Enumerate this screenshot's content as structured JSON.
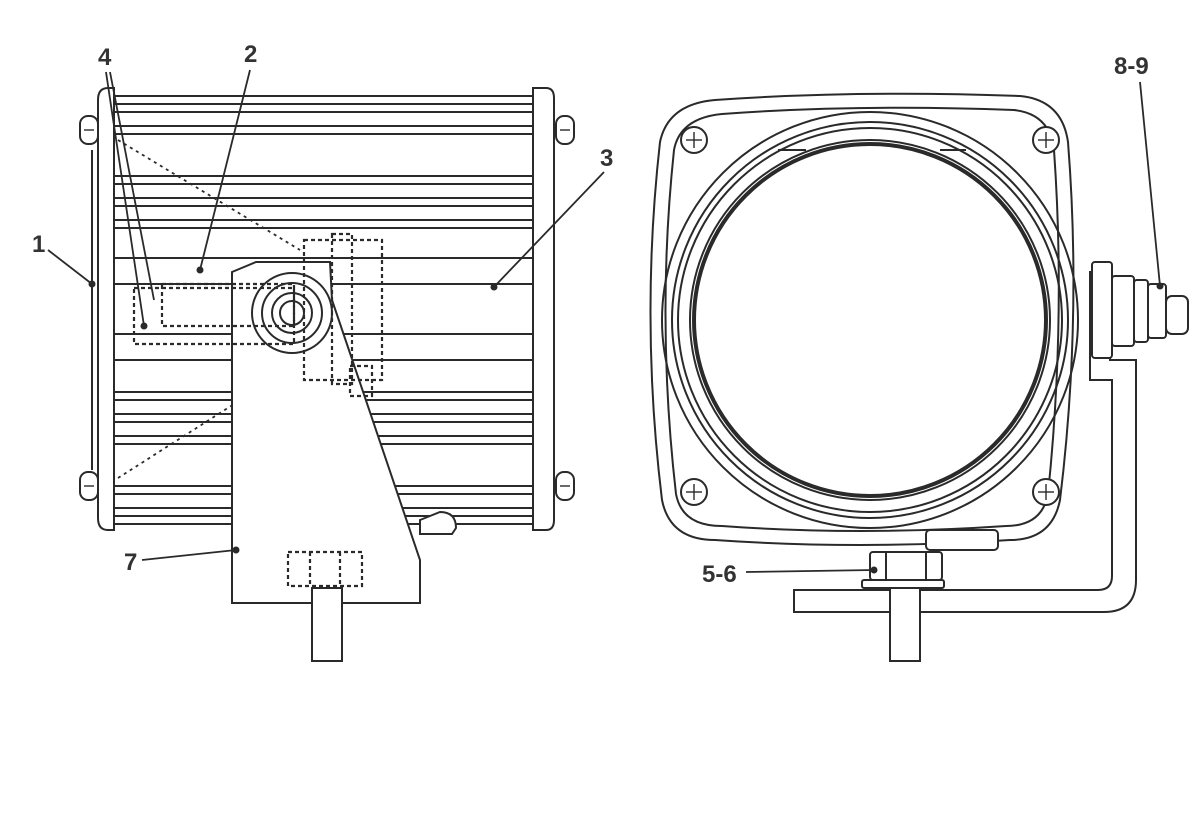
{
  "callouts": {
    "c1": "1",
    "c2": "2",
    "c3": "3",
    "c4": "4",
    "c5_6": "5-6",
    "c7": "7",
    "c8_9": "8-9"
  },
  "colors": {
    "line": "#2a2a2a",
    "label": "#333333",
    "background": "#ffffff"
  }
}
